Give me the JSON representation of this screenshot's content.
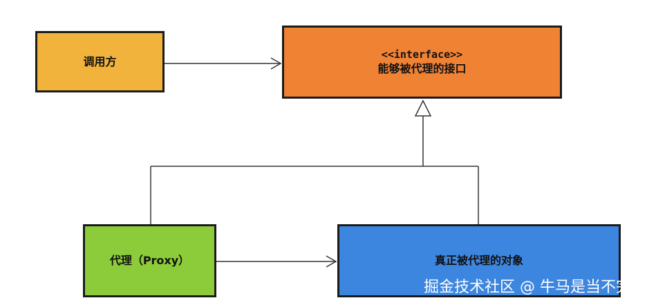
{
  "diagram": {
    "caller": {
      "label": "调用方",
      "color": "#f2b33d"
    },
    "interface": {
      "stereotype": "<<interface>>",
      "label": "能够被代理的接口",
      "color": "#f08234"
    },
    "proxy": {
      "label": "代理（Proxy）",
      "color": "#8ccc3a"
    },
    "real_subject": {
      "label": "真正被代理的对象",
      "color": "#3d86e0"
    },
    "relations": [
      {
        "from": "caller",
        "to": "interface",
        "type": "dependency"
      },
      {
        "from": "proxy",
        "to": "interface",
        "type": "realization"
      },
      {
        "from": "real_subject",
        "to": "interface",
        "type": "realization"
      },
      {
        "from": "proxy",
        "to": "real_subject",
        "type": "dependency"
      }
    ]
  },
  "watermark": {
    "text": "掘金技术社区 @ 牛马是当不完的"
  }
}
